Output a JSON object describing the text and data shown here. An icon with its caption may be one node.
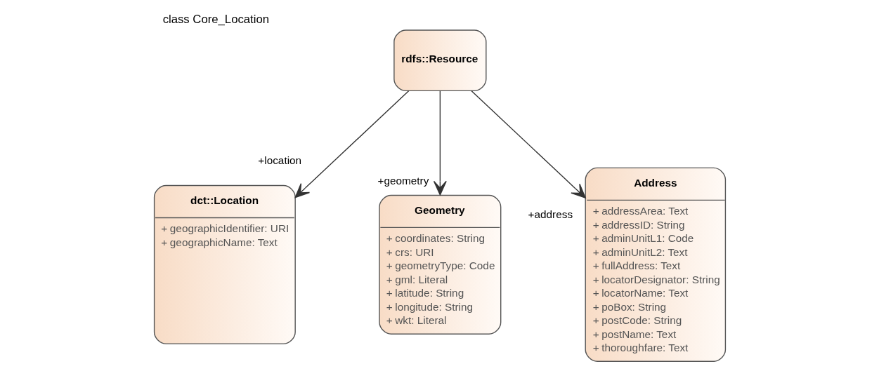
{
  "diagram": {
    "title": "class Core_Location",
    "nodes": [
      {
        "text": [
          "rdfs::Resource"
        ]
      },
      {
        "text": [
          "dct::Location",
          "geographicIdentifier: URI",
          "geographicName: Text"
        ]
      },
      {
        "text": [
          "Geometry",
          "coordinates: String",
          "crs: URI",
          "geometryType: Code",
          "gml: Literal",
          "latitude: String",
          "longitude: String",
          "wkt: Literal"
        ]
      },
      {
        "text": [
          "Address",
          "addressArea: Text",
          "addressID: String",
          "adminUnitL1: Code",
          "adminUnitL2: Text",
          "fullAddress: Text",
          "locatorDesignator: String",
          "locatorName: Text",
          "poBox: String",
          "postCode: String",
          "postName: Text",
          "thoroughfare: Text"
        ]
      }
    ],
    "edges": [
      {
        "from": 0,
        "to": 1,
        "arrow": "to",
        "label": "+location"
      },
      {
        "from": 0,
        "to": 2,
        "arrow": "to",
        "label": "+geometry"
      },
      {
        "from": 0,
        "to": 3,
        "arrow": "to",
        "label": "+address"
      }
    ],
    "labels": [
      "+",
      "+",
      "+",
      "+",
      "+",
      "+",
      "+",
      "+",
      "+",
      "+",
      "+",
      "+",
      "+",
      "+",
      "+",
      "+",
      "+",
      "+",
      "+",
      "+"
    ]
  }
}
